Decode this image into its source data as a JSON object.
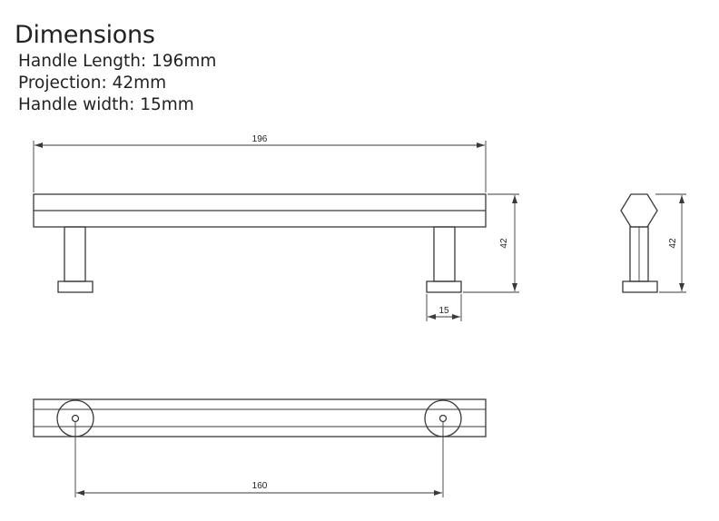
{
  "header": {
    "title": "Dimensions",
    "specs": [
      "Handle Length: 196mm",
      "Projection: 42mm",
      "Handle width: 15mm"
    ]
  },
  "dimensions": {
    "overall_length": "196",
    "projection_front": "42",
    "post_width": "15",
    "projection_side": "42",
    "hole_centers": "160"
  }
}
